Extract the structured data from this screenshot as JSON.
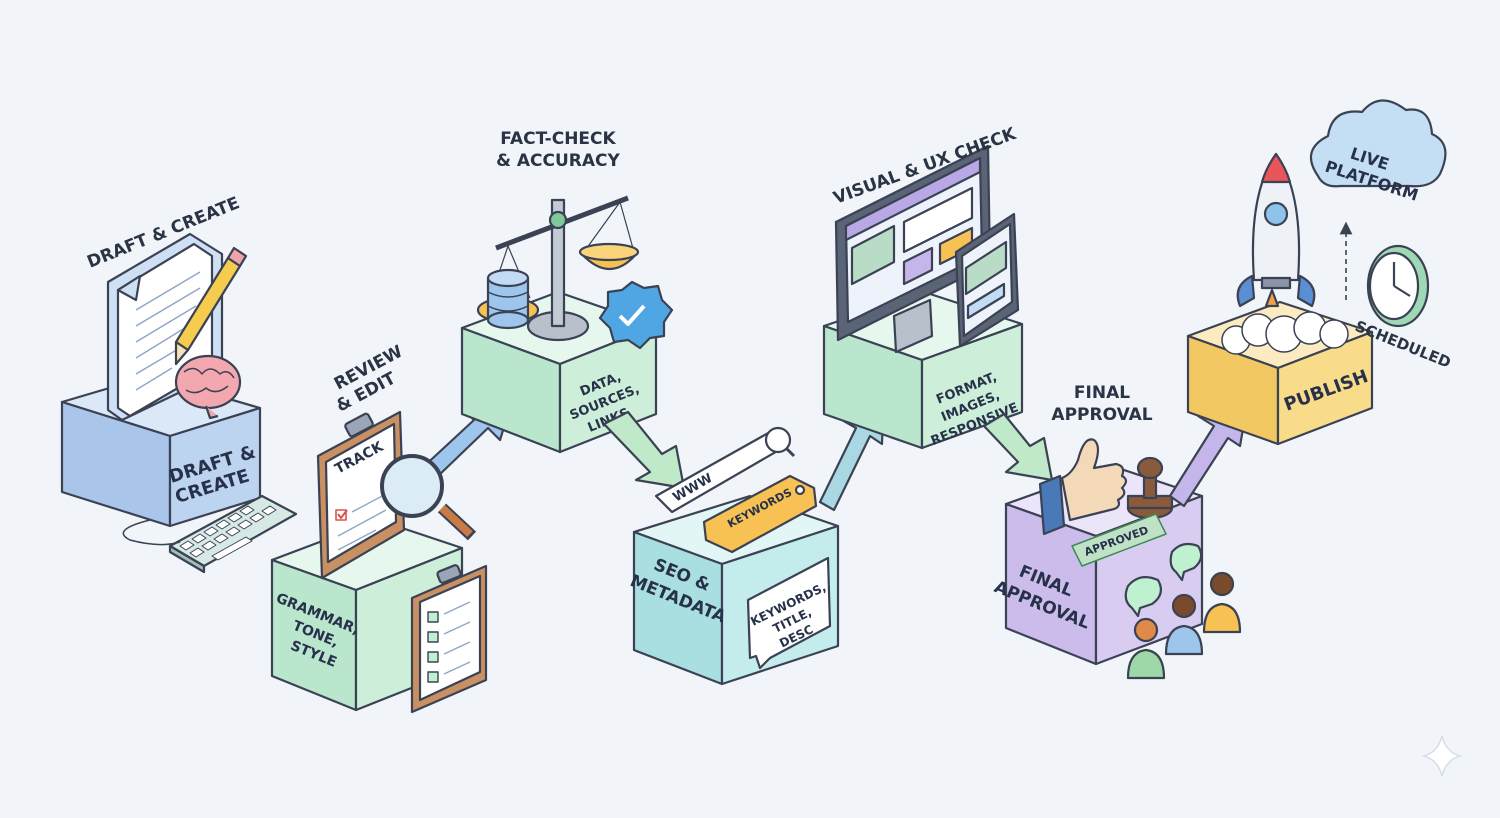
{
  "stages": {
    "draft": {
      "title": "DRAFT & CREATE",
      "face_line1": "DRAFT &",
      "face_line2": "CREATE"
    },
    "review": {
      "title_line1": "REVIEW",
      "title_line2": "& EDIT",
      "clipboard_text": "TRACK",
      "face_line1": "GRAMMAR,",
      "face_line2": "TONE,",
      "face_line3": "STYLE"
    },
    "factcheck": {
      "title_line1": "FACT-CHECK",
      "title_line2": "& ACCURACY",
      "face_line1": "DATA,",
      "face_line2": "SOURCES,",
      "face_line3": "LINKS"
    },
    "seo": {
      "url_text": "WWW",
      "tag_text": "KEYWORDS",
      "face_line1": "SEO &",
      "face_line2": "METADATA",
      "bubble_line1": "KEYWORDS,",
      "bubble_line2": "TITLE,",
      "bubble_line3": "DESC"
    },
    "visual": {
      "title": "VISUAL & UX CHECK",
      "face_line1": "FORMAT,",
      "face_line2": "IMAGES,",
      "face_line3": "RESPONSIVE"
    },
    "approval": {
      "title_line1": "FINAL",
      "title_line2": "APPROVAL",
      "stamp_text": "APPROVED",
      "face_line1": "FINAL",
      "face_line2": "APPROVAL"
    },
    "publish": {
      "face": "PUBLISH",
      "cloud_line1": "LIVE",
      "cloud_line2": "PLATFORM",
      "scheduled": "SCHEDULED"
    }
  },
  "colors": {
    "background": "#f1f4f9",
    "draft_box": "#bcd4ef",
    "green_box": "#cdeed9",
    "seo_box": "#c4ecec",
    "approval_box": "#d8cdf0",
    "publish_box": "#f8dc8a",
    "arrow_blue": "#9ec5ec",
    "arrow_green": "#bfe9c9",
    "arrow_purple": "#c4b6ea",
    "outline": "#3a4254"
  },
  "icons": [
    "document-icon",
    "pencil-icon",
    "brain-icon",
    "keyboard-icon",
    "clipboard-icon",
    "magnifier-icon",
    "checklist-icon",
    "scale-icon",
    "database-icon",
    "verified-badge-icon",
    "search-bar-icon",
    "tag-icon",
    "monitor-icon",
    "tablet-icon",
    "thumbs-up-icon",
    "stamp-icon",
    "chat-bubble-icon",
    "people-icon",
    "rocket-icon",
    "cloud-icon",
    "clock-icon",
    "sparkle-icon"
  ]
}
